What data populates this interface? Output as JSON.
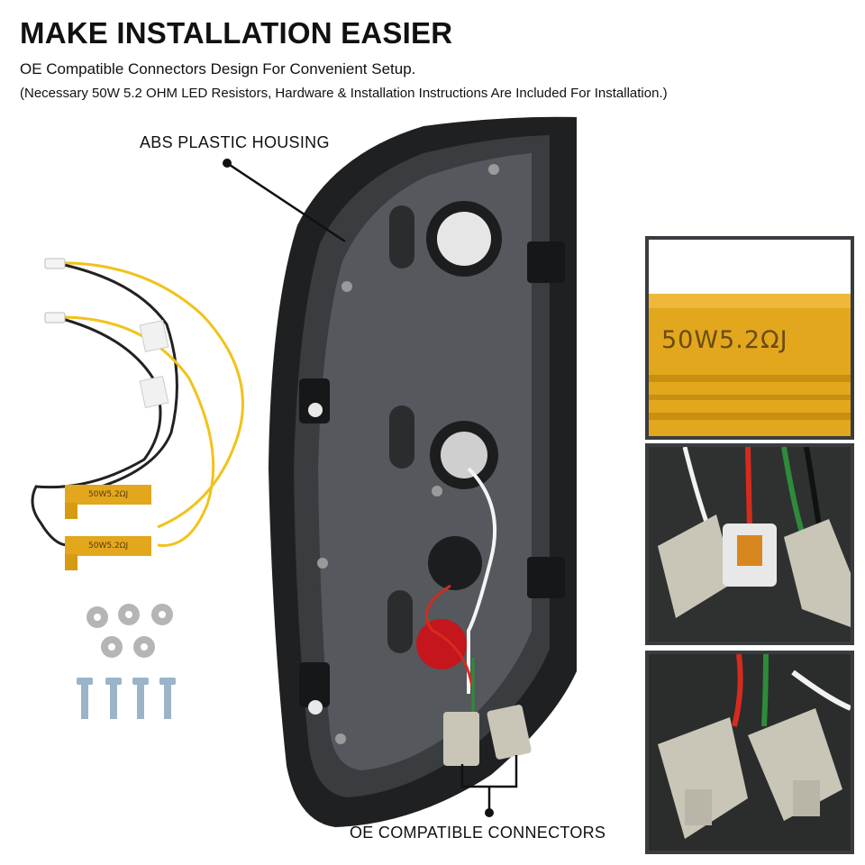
{
  "header": {
    "title": "MAKE INSTALLATION EASIER",
    "subtitle": "OE Compatible Connectors Design For Convenient Setup.",
    "note": "(Necessary 50W 5.2 OHM LED Resistors, Hardware & Installation Instructions Are Included For Installation.)"
  },
  "callouts": {
    "housing": "ABS PLASTIC HOUSING",
    "connectors": "OE COMPATIBLE CONNECTORS"
  },
  "resistor": {
    "marking": "50W5.2ΩJ",
    "small_marking": "50W5.2ΩJ"
  },
  "colors": {
    "housing": "#2c2e30",
    "resistor_gold": "#e2a71c",
    "wire_yellow": "#f2c21a",
    "panel_border": "#3a3d40",
    "plug": "#c9c6b8"
  }
}
